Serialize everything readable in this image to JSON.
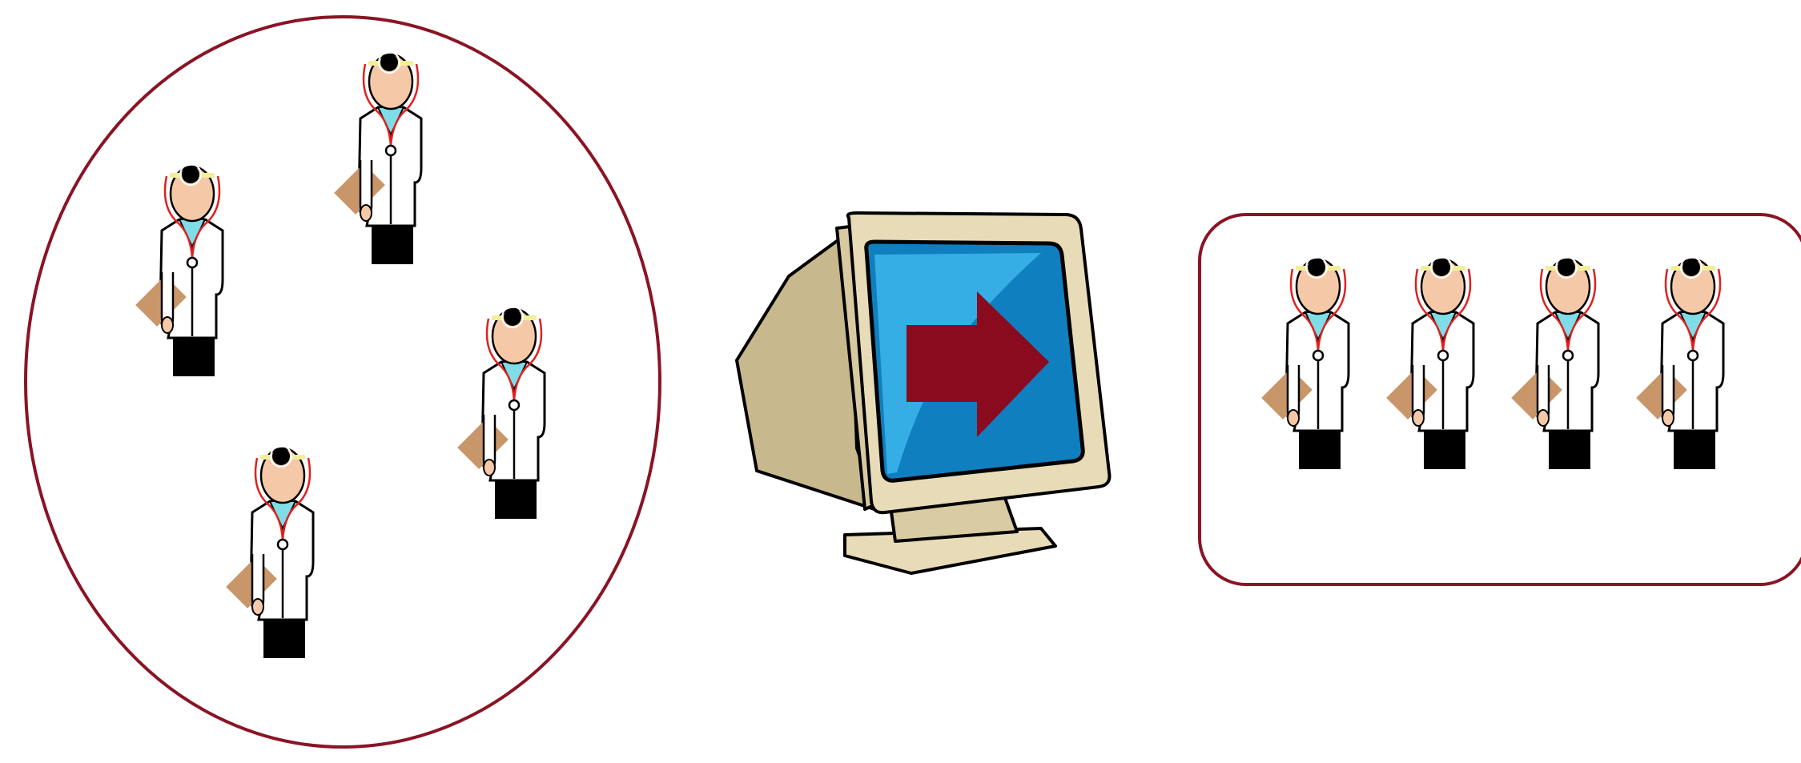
{
  "colors": {
    "frame": "#8a1424",
    "arrow": "#8a0a1e",
    "background": "#ffffff",
    "coat": "#ffffff",
    "skin": "#f5c9a8",
    "scrubs": "#7fdde8",
    "stethoscope": "#e02020",
    "clipboard": "#c9966a",
    "headband": "#f3ee9a",
    "trousers": "#000000",
    "monitor_body": "#e8dcb8",
    "monitor_shadow": "#c8b88e",
    "screen_outer": "#0f7fc0",
    "screen_inner": "#1da8e8"
  },
  "icons": {
    "person": "doctor-icon",
    "device": "computer-monitor-icon",
    "arrow": "right-arrow-icon"
  },
  "diagram": {
    "input_group": {
      "shape": "ellipse",
      "count": 4,
      "arrangement": "scattered"
    },
    "process": {
      "shape": "computer-monitor",
      "symbol": "arrow-right"
    },
    "output_group": {
      "shape": "rounded-rectangle",
      "count": 4,
      "arrangement": "row"
    }
  }
}
